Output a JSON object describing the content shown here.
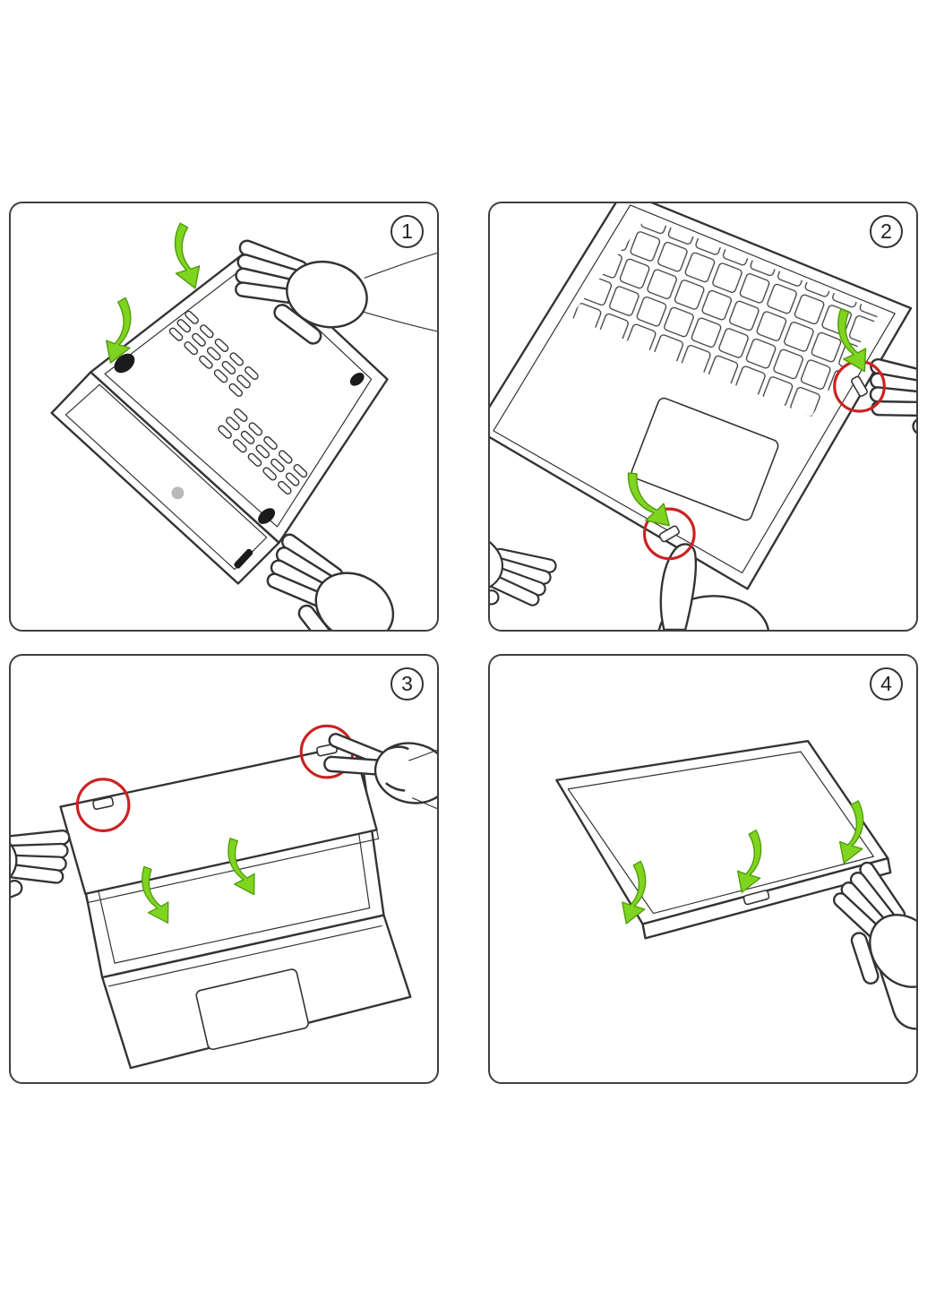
{
  "sheet": {
    "steps_total": 4
  },
  "colors": {
    "background": "#ffffff",
    "line": "#333333",
    "panel_border": "#3f3f3f",
    "arrow_green": "#7fd41f",
    "arrow_green_dark": "#509d0b",
    "highlight_red": "#cc2121"
  },
  "panels": [
    {
      "step": "1",
      "green_arrows": 2,
      "red_circles": 0
    },
    {
      "step": "2",
      "green_arrows": 2,
      "red_circles": 2
    },
    {
      "step": "3",
      "green_arrows": 2,
      "red_circles": 2
    },
    {
      "step": "4",
      "green_arrows": 3,
      "red_circles": 0
    }
  ]
}
